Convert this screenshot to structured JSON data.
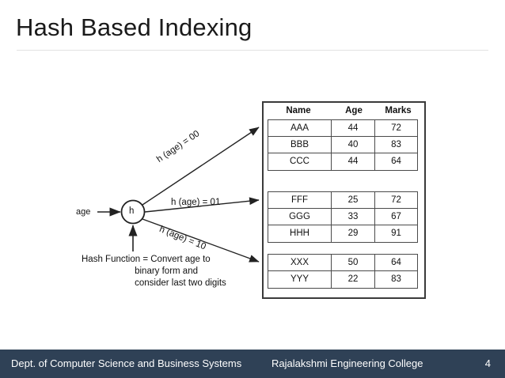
{
  "slide": {
    "title": "Hash Based Indexing"
  },
  "diagram": {
    "input_label": "age",
    "hash_node_label": "h",
    "edge_labels": [
      "h (age) = 00",
      "h (age) = 01",
      "h (age) = 10"
    ],
    "hash_function_note": "Hash Function = Convert age to\n                     binary form and\n                     consider last two digits",
    "columns": [
      "Name",
      "Age",
      "Marks"
    ],
    "buckets": [
      {
        "bucket_label": "h (age) = 00",
        "rows": [
          [
            "AAA",
            "44",
            "72"
          ],
          [
            "BBB",
            "40",
            "83"
          ],
          [
            "CCC",
            "44",
            "64"
          ]
        ]
      },
      {
        "bucket_label": "h (age) = 01",
        "rows": [
          [
            "FFF",
            "25",
            "72"
          ],
          [
            "GGG",
            "33",
            "67"
          ],
          [
            "HHH",
            "29",
            "91"
          ]
        ]
      },
      {
        "bucket_label": "h (age) = 10",
        "rows": [
          [
            "XXX",
            "50",
            "64"
          ],
          [
            "YYY",
            "22",
            "83"
          ]
        ]
      }
    ]
  },
  "footer": {
    "department": "Dept. of Computer Science and Business Systems",
    "college": "Rajalakshmi Engineering College",
    "page_number": "4",
    "background_color": "#2f4156",
    "text_color": "#ffffff"
  }
}
